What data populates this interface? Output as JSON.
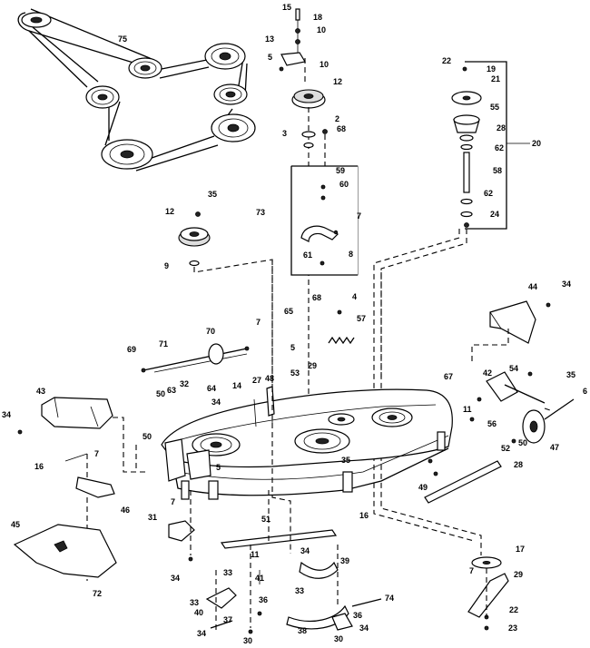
{
  "diagram": {
    "callouts": [
      {
        "id": "c75a",
        "text": "75"
      },
      {
        "id": "c15",
        "text": "15"
      },
      {
        "id": "c18",
        "text": "18"
      },
      {
        "id": "c10a",
        "text": "10"
      },
      {
        "id": "c13",
        "text": "13"
      },
      {
        "id": "c5a",
        "text": "5"
      },
      {
        "id": "c10b",
        "text": "10"
      },
      {
        "id": "c12a",
        "text": "12"
      },
      {
        "id": "c2",
        "text": "2"
      },
      {
        "id": "c3",
        "text": "3"
      },
      {
        "id": "c68a",
        "text": "68"
      },
      {
        "id": "c59",
        "text": "59"
      },
      {
        "id": "c60",
        "text": "60"
      },
      {
        "id": "c73",
        "text": "73"
      },
      {
        "id": "c7a",
        "text": "7"
      },
      {
        "id": "c61",
        "text": "61"
      },
      {
        "id": "c8",
        "text": "8"
      },
      {
        "id": "c22a",
        "text": "22"
      },
      {
        "id": "c19",
        "text": "19"
      },
      {
        "id": "c21",
        "text": "21"
      },
      {
        "id": "c55",
        "text": "55"
      },
      {
        "id": "c28a",
        "text": "28"
      },
      {
        "id": "c62a",
        "text": "62"
      },
      {
        "id": "c20",
        "text": "20"
      },
      {
        "id": "c58",
        "text": "58"
      },
      {
        "id": "c62b",
        "text": "62"
      },
      {
        "id": "c24",
        "text": "24"
      },
      {
        "id": "c35a",
        "text": "35"
      },
      {
        "id": "c12b",
        "text": "12"
      },
      {
        "id": "c9",
        "text": "9"
      },
      {
        "id": "c44",
        "text": "44"
      },
      {
        "id": "c34a",
        "text": "34"
      },
      {
        "id": "c4",
        "text": "4"
      },
      {
        "id": "c68b",
        "text": "68"
      },
      {
        "id": "c65",
        "text": "65"
      },
      {
        "id": "c57",
        "text": "57"
      },
      {
        "id": "c70",
        "text": "70"
      },
      {
        "id": "c7b",
        "text": "7"
      },
      {
        "id": "c69",
        "text": "69"
      },
      {
        "id": "c71",
        "text": "71"
      },
      {
        "id": "c5b",
        "text": "5"
      },
      {
        "id": "c42",
        "text": "42"
      },
      {
        "id": "c54",
        "text": "54"
      },
      {
        "id": "c35b",
        "text": "35"
      },
      {
        "id": "c43",
        "text": "43"
      },
      {
        "id": "c14",
        "text": "14"
      },
      {
        "id": "c27",
        "text": "27"
      },
      {
        "id": "c48",
        "text": "48"
      },
      {
        "id": "c53",
        "text": "53"
      },
      {
        "id": "c29a",
        "text": "29"
      },
      {
        "id": "c67",
        "text": "67"
      },
      {
        "id": "c6",
        "text": "6"
      },
      {
        "id": "c50a",
        "text": "50"
      },
      {
        "id": "c63",
        "text": "63"
      },
      {
        "id": "c32",
        "text": "32"
      },
      {
        "id": "c64",
        "text": "64"
      },
      {
        "id": "c11a",
        "text": "11"
      },
      {
        "id": "c56",
        "text": "56"
      },
      {
        "id": "c34b",
        "text": "34"
      },
      {
        "id": "c34c",
        "text": "34"
      },
      {
        "id": "c50b",
        "text": "50"
      },
      {
        "id": "c47",
        "text": "47"
      },
      {
        "id": "c7c",
        "text": "7"
      },
      {
        "id": "c16a",
        "text": "16"
      },
      {
        "id": "c52",
        "text": "52"
      },
      {
        "id": "c5c",
        "text": "5"
      },
      {
        "id": "c35c",
        "text": "35"
      },
      {
        "id": "c50c",
        "text": "50"
      },
      {
        "id": "c28b",
        "text": "28"
      },
      {
        "id": "c7d",
        "text": "7"
      },
      {
        "id": "c46",
        "text": "46"
      },
      {
        "id": "c49",
        "text": "49"
      },
      {
        "id": "c31",
        "text": "31"
      },
      {
        "id": "c51",
        "text": "51"
      },
      {
        "id": "c16b",
        "text": "16"
      },
      {
        "id": "c45",
        "text": "45"
      },
      {
        "id": "c17",
        "text": "17"
      },
      {
        "id": "c11b",
        "text": "11"
      },
      {
        "id": "c34d",
        "text": "34"
      },
      {
        "id": "c34e",
        "text": "34"
      },
      {
        "id": "c39",
        "text": "39"
      },
      {
        "id": "c7e",
        "text": "7"
      },
      {
        "id": "c29b",
        "text": "29"
      },
      {
        "id": "c72",
        "text": "72"
      },
      {
        "id": "c41",
        "text": "41"
      },
      {
        "id": "c33a",
        "text": "33"
      },
      {
        "id": "c33b",
        "text": "33"
      },
      {
        "id": "c33c",
        "text": "33"
      },
      {
        "id": "c74",
        "text": "74"
      },
      {
        "id": "c40",
        "text": "40"
      },
      {
        "id": "c36a",
        "text": "36"
      },
      {
        "id": "c36b",
        "text": "36"
      },
      {
        "id": "c22b",
        "text": "22"
      },
      {
        "id": "c37",
        "text": "37"
      },
      {
        "id": "c34f",
        "text": "34"
      },
      {
        "id": "c34g",
        "text": "34"
      },
      {
        "id": "c38",
        "text": "38"
      },
      {
        "id": "c30a",
        "text": "30"
      },
      {
        "id": "c30b",
        "text": "30"
      },
      {
        "id": "c23",
        "text": "23"
      }
    ]
  }
}
